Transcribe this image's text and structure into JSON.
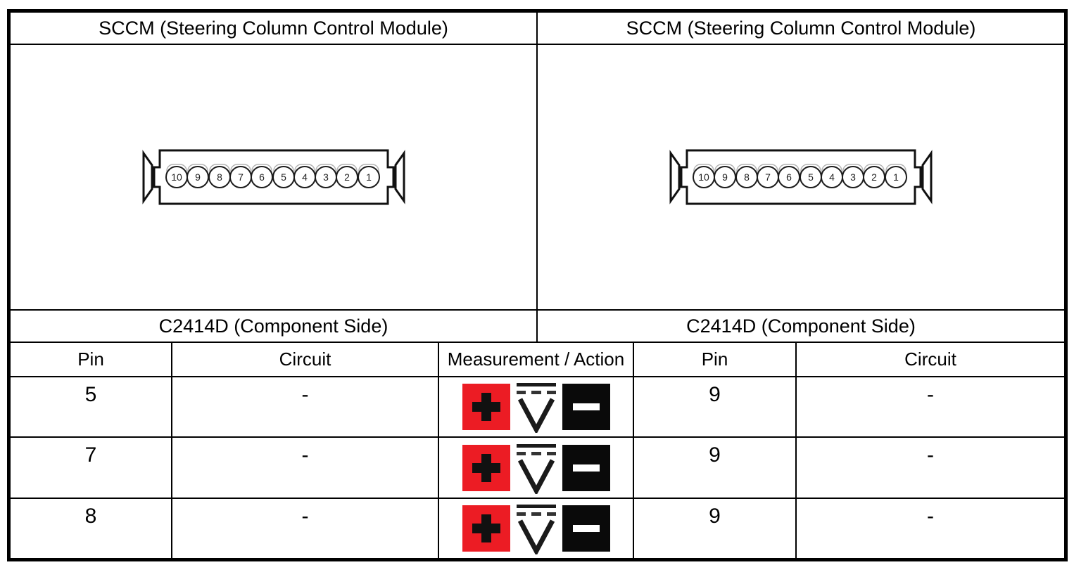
{
  "colors": {
    "red": "#ec1c24",
    "black": "#000000",
    "line": "#000000",
    "background": "#ffffff"
  },
  "left_panel": {
    "title": "SCCM (Steering Column Control Module)",
    "connector_label": "C2414D (Component Side)",
    "connector_pins": [
      "10",
      "9",
      "8",
      "7",
      "6",
      "5",
      "4",
      "3",
      "2",
      "1"
    ]
  },
  "right_panel": {
    "title": "SCCM (Steering Column Control Module)",
    "connector_label": "C2414D (Component Side)",
    "connector_pins": [
      "10",
      "9",
      "8",
      "7",
      "6",
      "5",
      "4",
      "3",
      "2",
      "1"
    ]
  },
  "table": {
    "headers": {
      "pin_left": "Pin",
      "circuit_left": "Circuit",
      "measurement_action": "Measurement / Action",
      "pin_right": "Pin",
      "circuit_right": "Circuit"
    },
    "measurement_icons": [
      "positive-lead-icon",
      "dc-voltage-icon",
      "negative-lead-icon"
    ],
    "rows": [
      {
        "pin_left": "5",
        "circuit_left": "-",
        "pin_right": "9",
        "circuit_right": "-"
      },
      {
        "pin_left": "7",
        "circuit_left": "-",
        "pin_right": "9",
        "circuit_right": "-"
      },
      {
        "pin_left": "8",
        "circuit_left": "-",
        "pin_right": "9",
        "circuit_right": "-"
      }
    ]
  }
}
